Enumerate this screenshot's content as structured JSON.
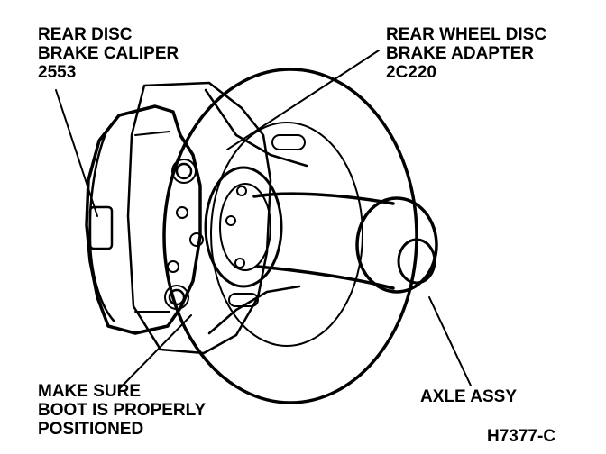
{
  "labels": {
    "caliper": {
      "line1": "REAR DISC",
      "line2": "BRAKE CALIPER",
      "line3": "2553"
    },
    "adapter": {
      "line1": "REAR WHEEL DISC",
      "line2": "BRAKE ADAPTER",
      "line3": "2C220"
    },
    "boot": {
      "line1": "MAKE SURE",
      "line2": "BOOT IS PROPERLY",
      "line3": "POSITIONED"
    },
    "axle": {
      "line1": "AXLE ASSY"
    },
    "figure_id": "H7377-C"
  },
  "colors": {
    "ink": "#000000",
    "paper": "#ffffff"
  }
}
